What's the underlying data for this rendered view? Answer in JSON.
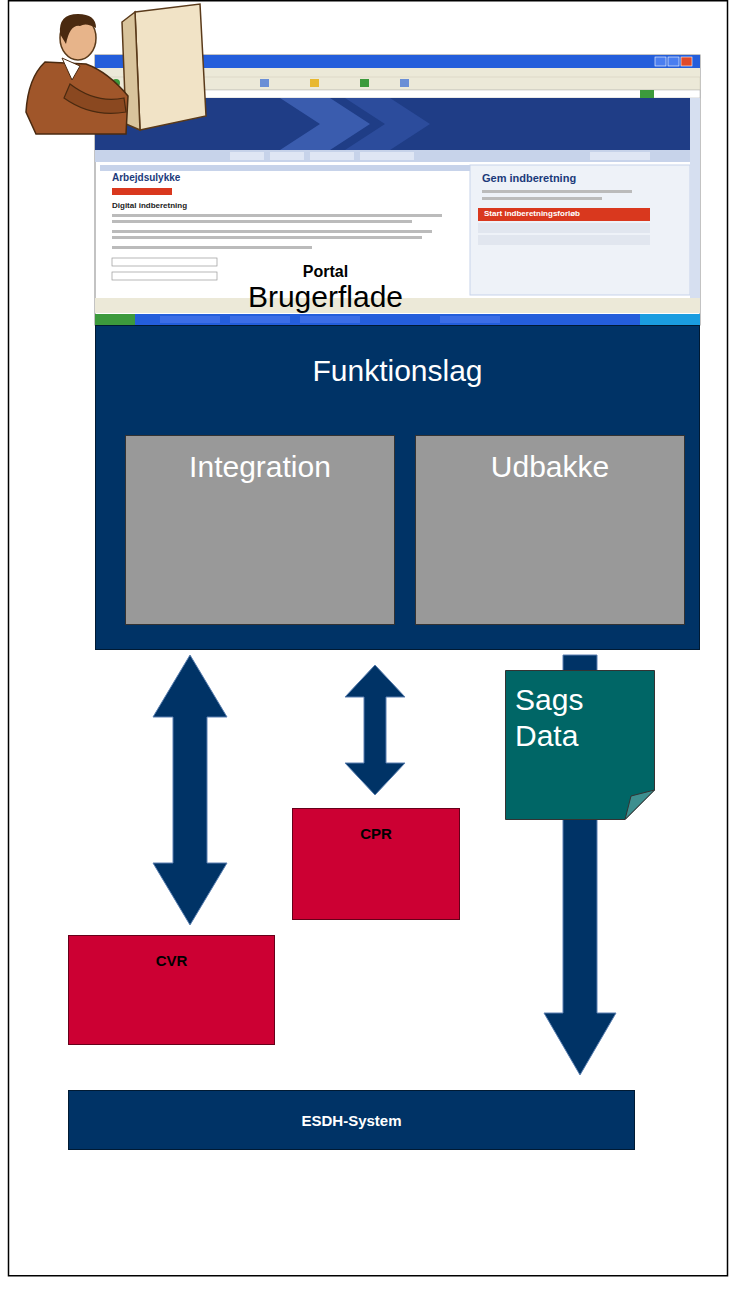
{
  "diagram": {
    "nodes": [
      {
        "text": [
          "Portal",
          "Brugerflade"
        ]
      },
      {
        "text": [
          "Funktionslag"
        ]
      },
      {
        "text": [
          "Integration"
        ],
        "in": 1
      },
      {
        "text": [
          "Udbakke"
        ],
        "in": 1
      },
      {
        "text": [
          "Sags Data"
        ]
      },
      {
        "text": [
          "CPR"
        ]
      },
      {
        "text": [
          "CVR"
        ]
      },
      {
        "text": [
          "ESDH-System"
        ]
      }
    ],
    "edges": [
      {
        "from": 1,
        "to": 6,
        "arrow": "both"
      },
      {
        "from": 1,
        "to": 5,
        "arrow": "both"
      },
      {
        "from": 1,
        "to": 7,
        "arrow": "to"
      }
    ],
    "labels": [
      "Arbejdsulykke",
      "Gem indberetning",
      "Start indberetningsforløb",
      "Digital indberetning"
    ]
  }
}
